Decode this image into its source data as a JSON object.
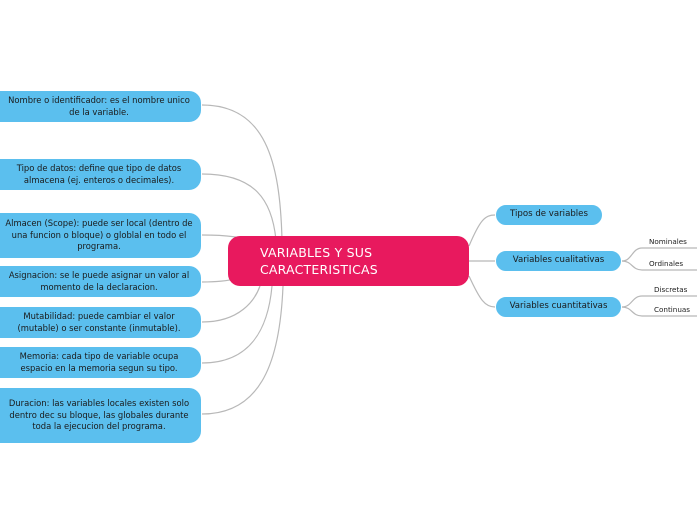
{
  "central": {
    "title": "VARIABLES Y SUS CARACTERISTICAS",
    "color": "#e8195e"
  },
  "left_nodes": [
    {
      "text": "Nombre o identificador: es el nombre unico de la variable."
    },
    {
      "text": "Tipo de datos: define que tipo de datos almacena (ej. enteros o decimales)."
    },
    {
      "text": "Almacen (Scope): puede ser local (dentro de una funcion o bloque) o globlal en todo el programa."
    },
    {
      "text": "Asignacion: se le puede asignar un valor al momento de la declaracion."
    },
    {
      "text": "Mutabilidad: puede cambiar el valor (mutable) o ser constante (inmutable)."
    },
    {
      "text": "Memoria: cada tipo de variable ocupa espacio en la  memoria segun su tipo."
    },
    {
      "text": "Duracion: las variables locales existen solo dentro dec su bloque, las globales durante toda la ejecucion del programa."
    }
  ],
  "right_nodes": [
    {
      "text": "Tipos de variables",
      "children": []
    },
    {
      "text": "Variables cualitativas",
      "children": [
        "Nominales",
        "Ordinales"
      ]
    },
    {
      "text": "Variables cuantitativas",
      "children": [
        "Discretas",
        "Continuas"
      ]
    }
  ],
  "colors": {
    "node_fill": "#5bbfee",
    "connector": "#b8b8b8"
  }
}
